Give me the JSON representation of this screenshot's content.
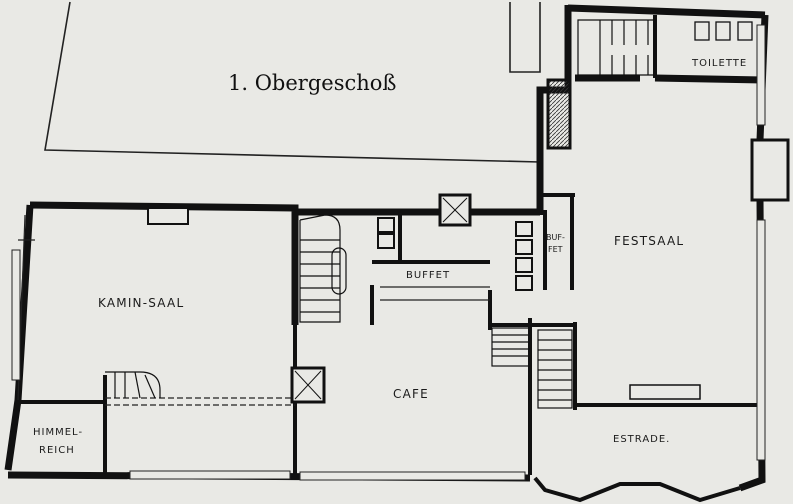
{
  "plan": {
    "title": "1. Obergeschoß",
    "rooms": {
      "kaminsaal": "KAMIN-SAAL",
      "festsaal": "FESTSAAL",
      "cafe": "CAFE",
      "buffet_main": "BUFFET",
      "buffet_small_1": "BUF-",
      "buffet_small_2": "FET",
      "toilette": "TOILETTE",
      "himmelreich_1": "HIMMEL-",
      "himmelreich_2": "REICH",
      "estrade": "ESTRADE."
    }
  }
}
